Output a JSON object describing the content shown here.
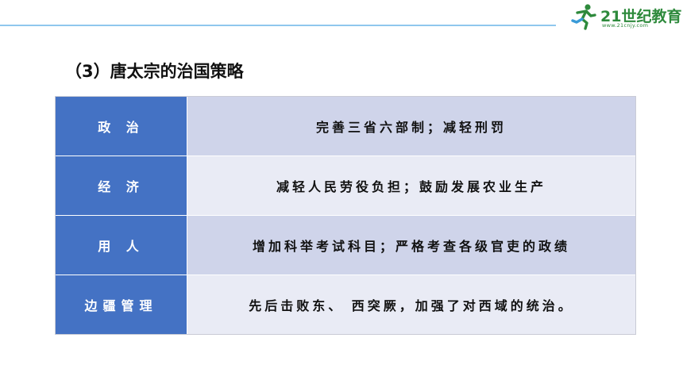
{
  "logo": {
    "brand": "21世纪教育",
    "url": "www.21cnjy.com",
    "accent_color": "#2e8a3c"
  },
  "title": "（3）唐太宗的治国策略",
  "table": {
    "header_color": "#4472c4",
    "rows": [
      {
        "label": "政 治",
        "content": "完善三省六部制；减轻刑罚"
      },
      {
        "label": "经 济",
        "content": "减轻人民劳役负担；鼓励发展农业生产"
      },
      {
        "label": "用 人",
        "content": "增加科举考试科目；严格考查各级官吏的政绩"
      },
      {
        "label": "边疆管理",
        "content": "先后击败东、 西突厥，加强了对西域的统治。"
      }
    ]
  }
}
